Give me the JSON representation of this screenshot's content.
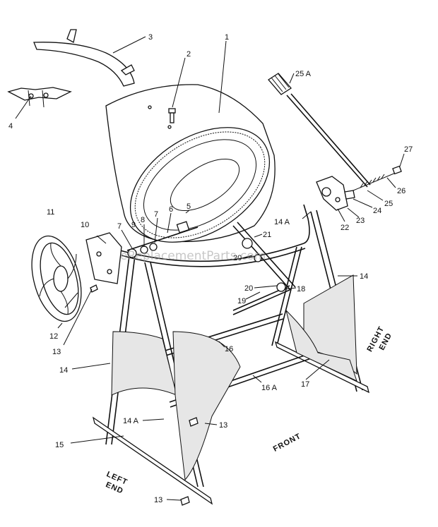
{
  "watermark": "eReplacementParts.com",
  "end_labels": {
    "left": [
      "LEFT",
      "END"
    ],
    "right": [
      "RIGHT",
      "END"
    ],
    "front": "FRONT"
  },
  "part_labels": [
    "1",
    "2",
    "3",
    "4",
    "5",
    "6",
    "7",
    "7",
    "8",
    "9",
    "10",
    "11",
    "12",
    "13",
    "13",
    "13",
    "14",
    "14",
    "14 A",
    "14 A",
    "15",
    "16",
    "16 A",
    "17",
    "18",
    "19",
    "20",
    "20",
    "21",
    "22",
    "23",
    "24",
    "25",
    "25 A",
    "26",
    "27"
  ]
}
